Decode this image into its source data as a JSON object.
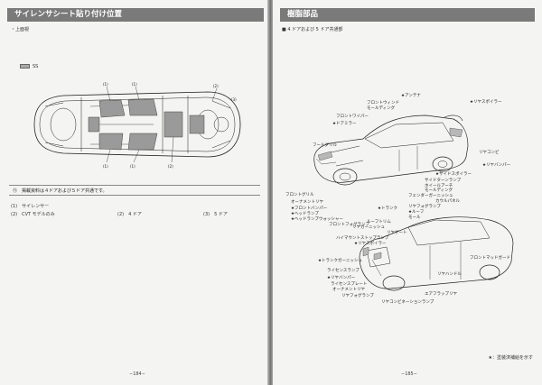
{
  "left_page": {
    "title": "サイレンサシート貼り付け位置",
    "subtitle": "・上面視",
    "legend_swatch_label": "SS",
    "callouts": [
      "(1)",
      "(1)",
      "(2)",
      "(1)",
      "(1)",
      "(2)",
      "(3)"
    ],
    "footnote": "⑪　掲載資料は４ドアおよび５ドア共通です。",
    "legend": [
      "(1)　サイレンサー",
      "(2)　CVT モデルのみ",
      "(2)　4 ドア",
      "(3)　5 ドア"
    ],
    "page_number": "−184−"
  },
  "right_page": {
    "title": "樹脂部品",
    "section": "■ 4 ドアおよび 5 ドア共通部",
    "labels_upper": [
      "★アンテナ",
      "★リヤスポイラー",
      "フロントウィンド",
      "モールディング",
      "フロントワイパー",
      "★ドアミラー",
      "フードグリル",
      "リヤコンビ",
      "★リヤバンパー",
      "★サイドスポイラー",
      "サイドターンランプ",
      "ホイールアーチ",
      "モールディング",
      "フェンダーガーニッシュ",
      "カウルパネル",
      "フロントグリル",
      "オーナメントリヤ",
      "★フロントバンパー",
      "★ヘッドランプ",
      "★ヘッドランプウォッシャー",
      "フロントフォグランプ",
      "★トランク",
      "リヤフォグランプ",
      "★ルーフ",
      "モール",
      "ルーフトリム",
      "リヤガーニッシュ",
      "リヤゲート",
      "ハイマウントストップランプ",
      "★リヤスポイラー"
    ],
    "labels_lower": [
      "★トランクガーニッシュ",
      "フロントマッドガード",
      "ライセンスランプ",
      "★リヤバンパー",
      "リヤハンドル",
      "ライセンスプレート",
      "エアフラップリヤ",
      "オーナメントリヤ",
      "リヤフォグランプ",
      "リヤコンビネーションランプ"
    ],
    "note": "★：塗装済補給を示す",
    "page_number": "−185−"
  }
}
